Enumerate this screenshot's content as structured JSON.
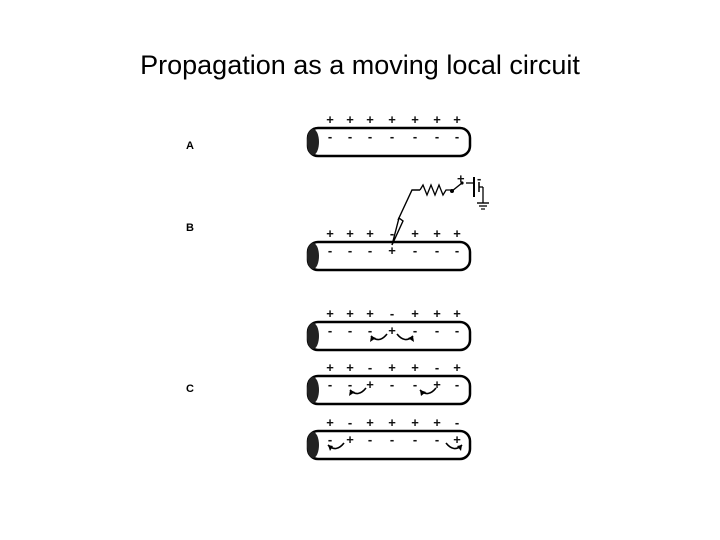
{
  "slide": {
    "title": "Propagation as a moving local circuit"
  },
  "panels": [
    {
      "label": "A"
    },
    {
      "label": "B"
    },
    {
      "label": "C"
    }
  ],
  "axons": [
    {
      "outside": [
        "+",
        "+",
        "+",
        "+",
        "+",
        "+",
        "+"
      ],
      "inside": [
        "-",
        "-",
        "-",
        "-",
        "-",
        "-",
        "-"
      ]
    },
    {
      "outside": [
        "+",
        "+",
        "+",
        "-",
        "+",
        "+",
        "+"
      ],
      "inside": [
        "-",
        "-",
        "-",
        "+",
        "-",
        "-",
        "-"
      ]
    },
    {
      "outside": [
        "+",
        "+",
        "+",
        "-",
        "+",
        "+",
        "+"
      ],
      "inside": [
        "-",
        "-",
        "-",
        "+",
        "-",
        "-",
        "-"
      ]
    },
    {
      "outside": [
        "+",
        "+",
        "-",
        "+",
        "+",
        "-",
        "+"
      ],
      "inside": [
        "-",
        "-",
        "+",
        "-",
        "-",
        "+",
        "-"
      ]
    },
    {
      "outside": [
        "+",
        "-",
        "+",
        "+",
        "+",
        "+",
        "-"
      ],
      "inside": [
        "-",
        "+",
        "-",
        "-",
        "-",
        "-",
        "+"
      ]
    }
  ],
  "stimulator": {
    "plus": "+",
    "minus": "-"
  },
  "colors": {
    "ink": "#000000",
    "background": "#ffffff"
  }
}
